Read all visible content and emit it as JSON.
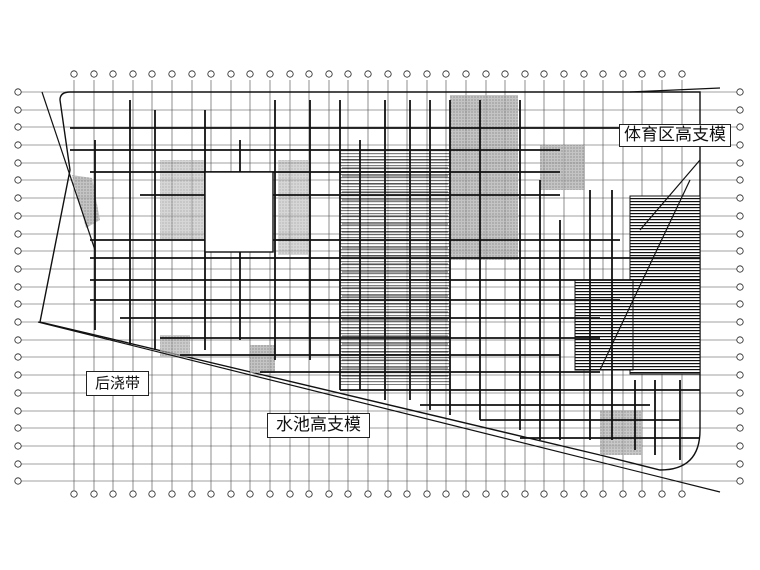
{
  "labels": {
    "sports_zone": "体育区高支模",
    "post_pour_strip": "后浇带",
    "pool_zone": "水池高支模"
  },
  "colors": {
    "linework": "#1a1a1a",
    "hatch": "#8a8a8a",
    "background": "#ffffff"
  }
}
